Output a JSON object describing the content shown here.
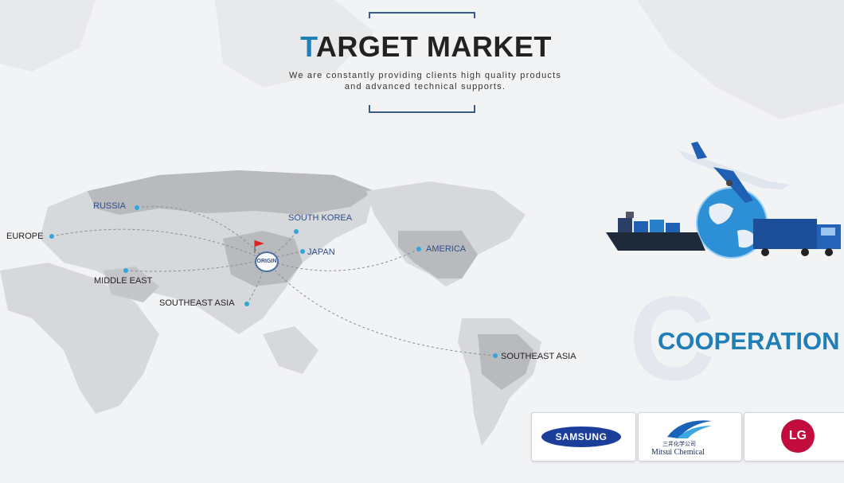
{
  "header": {
    "title_initial": "T",
    "title_rest": "ARGET MARKET",
    "subtitle_line1": "We are constantly providing clients high quality products",
    "subtitle_line2": "and advanced technical supports."
  },
  "map": {
    "origin_badge": "ORIGIN",
    "locations": {
      "russia": "RUSSIA",
      "europe": "EUROPE",
      "south_korea": "SOUTH KOREA",
      "japan": "JAPAN",
      "middle_east": "MIDDLE EAST",
      "southeast_asia_1": "SOUTHEAST ASIA",
      "america": "AMERICA",
      "southeast_asia_2": "SOUTHEAST ASIA"
    }
  },
  "cooperation": {
    "big_letter": "C",
    "title": "COOPERATION",
    "partners": {
      "samsung": "SAMSUNG",
      "mitsui_cn": "三井化学公司",
      "mitsui_en": "Mitsui Chemical",
      "lg": "LG"
    }
  },
  "colors": {
    "accent": "#1f7fb6",
    "dot": "#2fa6dc",
    "land_light": "#d9dbde",
    "land_dark": "#b7b9bc"
  }
}
